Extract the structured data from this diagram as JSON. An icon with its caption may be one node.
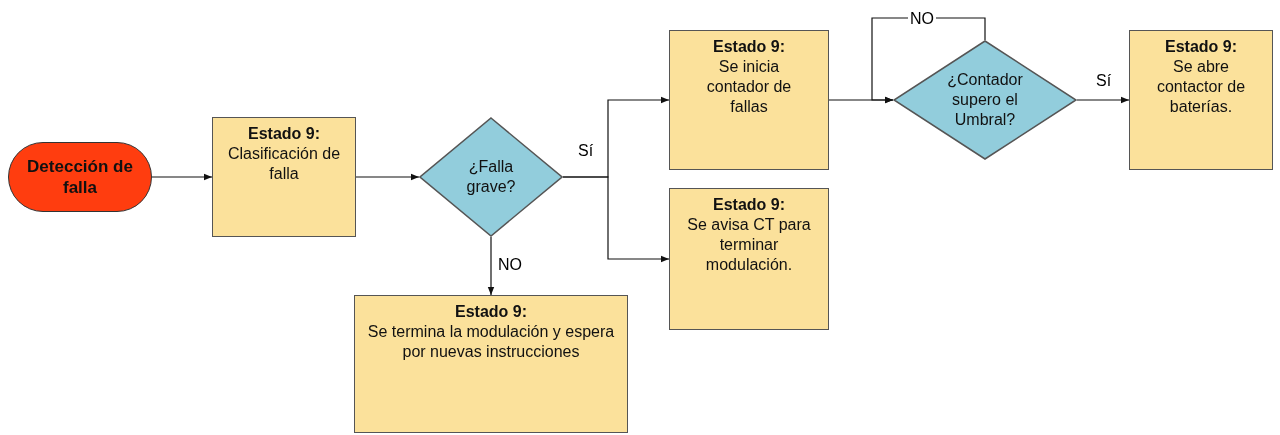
{
  "diagram": {
    "nodes": [
      {
        "text": [
          "Detección de falla"
        ]
      },
      {
        "text": [
          "Estado 9:",
          "Clasificación de falla"
        ]
      },
      {
        "text": [
          "¿Falla grave?"
        ]
      },
      {
        "text": [
          "Estado 9:",
          "Se inicia contador de fallas"
        ]
      },
      {
        "text": [
          "Estado 9:",
          "Se avisa CT para terminar modulación."
        ]
      },
      {
        "text": [
          "¿Contador supero el Umbral?"
        ]
      },
      {
        "text": [
          "Estado 9:",
          "Se abre contactor de baterías."
        ]
      },
      {
        "text": [
          "Estado 9:",
          "Se termina la modulación y espera por nuevas instrucciones"
        ]
      }
    ],
    "edges": [
      {
        "from": 0,
        "to": 1,
        "arrow": "to"
      },
      {
        "from": 1,
        "to": 2,
        "arrow": "to"
      },
      {
        "from": 2,
        "to": 3,
        "arrow": "to",
        "label": "Sí"
      },
      {
        "from": 2,
        "to": 4,
        "arrow": "to"
      },
      {
        "from": 2,
        "to": 7,
        "arrow": "to",
        "label": "NO"
      },
      {
        "from": 3,
        "to": 5,
        "arrow": "to"
      },
      {
        "from": 5,
        "to": 5,
        "arrow": "to",
        "label": "NO"
      },
      {
        "from": 5,
        "to": 6,
        "arrow": "to",
        "label": "Sí"
      }
    ]
  }
}
